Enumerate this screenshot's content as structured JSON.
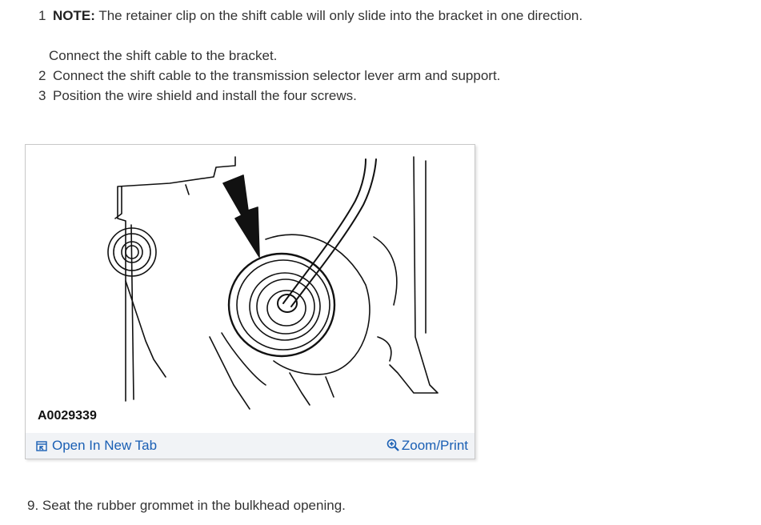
{
  "steps": [
    {
      "num": "1",
      "note_label": "NOTE:",
      "note_text": "The retainer clip on the shift cable will only slide into the bracket in one direction."
    },
    {
      "num": "",
      "text": "Connect the shift cable to the bracket."
    },
    {
      "num": "2",
      "text": "Connect the shift cable to the transmission selector lever arm and support."
    },
    {
      "num": "3",
      "text": "Position the wire shield and install the four screws."
    }
  ],
  "figure": {
    "id": "A0029339",
    "open_label": "Open In New Tab",
    "zoom_label": "Zoom/Print",
    "link_color": "#1a5fb4",
    "icons": [
      "open-new-tab-icon",
      "zoom-icon"
    ]
  },
  "next_step": "9. Seat the rubber grommet in the bulkhead opening."
}
